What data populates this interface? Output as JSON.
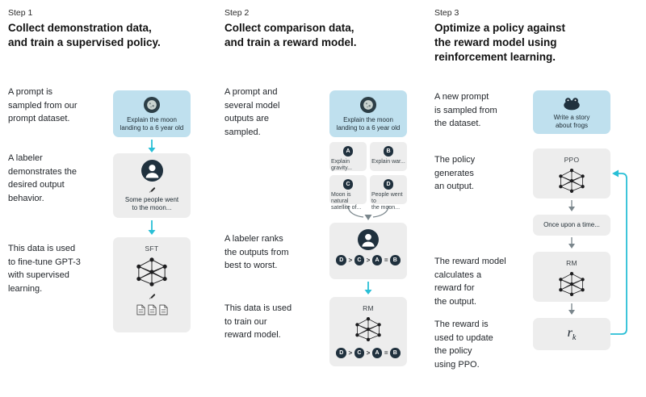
{
  "colors": {
    "accent_cyan": "#29bfd6",
    "prompt_box_bg": "#bfe0ee",
    "model_box_bg": "#ededed",
    "icon_dark": "#20313e",
    "heading_text": "#121212",
    "body_text": "#1f2328",
    "muted_arrow": "#7a868c"
  },
  "steps": [
    {
      "label": "Step 1",
      "heading": "Collect demonstration data,\nand train a supervised policy.",
      "paragraphs": [
        "A prompt is\nsampled from our\nprompt dataset.",
        "A labeler\ndemonstrates the\ndesired output\nbehavior.",
        "This data is used\nto fine-tune GPT-3\nwith supervised\nlearning."
      ],
      "prompt_box": "Explain the moon\nlanding to a 6 year old",
      "labeler_box": "Some people went\nto the moon...",
      "sft_label": "SFT"
    },
    {
      "label": "Step 2",
      "heading": "Collect comparison data,\nand train a reward model.",
      "paragraphs": [
        "A prompt and\nseveral model\noutputs are\nsampled.",
        "A labeler ranks\nthe outputs from\nbest to worst.",
        "This data is used\nto train our\nreward model."
      ],
      "prompt_box": "Explain the moon\nlanding to a 6 year old",
      "outputs": [
        {
          "letter": "A",
          "text": "Explain gravity..."
        },
        {
          "letter": "B",
          "text": "Explain war..."
        },
        {
          "letter": "C",
          "text": "Moon is natural\nsatellite of..."
        },
        {
          "letter": "D",
          "text": "People went to\nthe moon..."
        }
      ],
      "ranking": [
        "D",
        ">",
        "C",
        ">",
        "A",
        "=",
        "B"
      ],
      "rm_label": "RM"
    },
    {
      "label": "Step 3",
      "heading": "Optimize a policy against\nthe reward model using\nreinforcement learning.",
      "paragraphs": [
        "A new prompt\nis sampled from\nthe dataset.",
        "The policy\ngenerates\nan output.",
        "The reward model\ncalculates a\nreward for\nthe output.",
        "The reward is\nused to update\nthe policy\nusing PPO."
      ],
      "prompt_box": "Write a story\nabout frogs",
      "ppo_label": "PPO",
      "output_box": "Once upon a time...",
      "rm_label": "RM",
      "reward_var": "r",
      "reward_sub": "k"
    }
  ]
}
